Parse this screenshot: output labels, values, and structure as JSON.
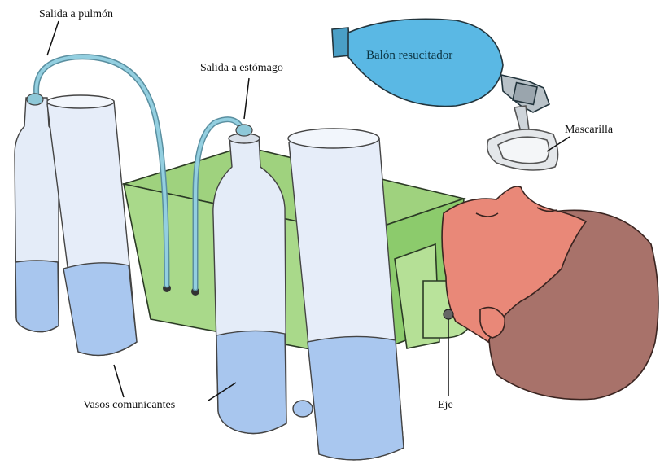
{
  "labels": {
    "lung_outlet": "Salida a pulmón",
    "stomach_outlet": "Salida a estómago",
    "resuscitator_bag": "Balón resucitador",
    "mask": "Mascarilla",
    "communicating_vessels": "Vasos comunicantes",
    "axis": "Eje"
  },
  "colors": {
    "box_green": "#a9d98a",
    "box_green_dark": "#7fbf63",
    "water_blue": "#a9c8ee",
    "glass_blue": "#dfe8f7",
    "bag_blue": "#5ab8e4",
    "tube_blue": "#8ec8d8",
    "face_skin": "#e98878",
    "hair_brown": "#a8726a",
    "mask_gray": "#e4e7ea"
  }
}
